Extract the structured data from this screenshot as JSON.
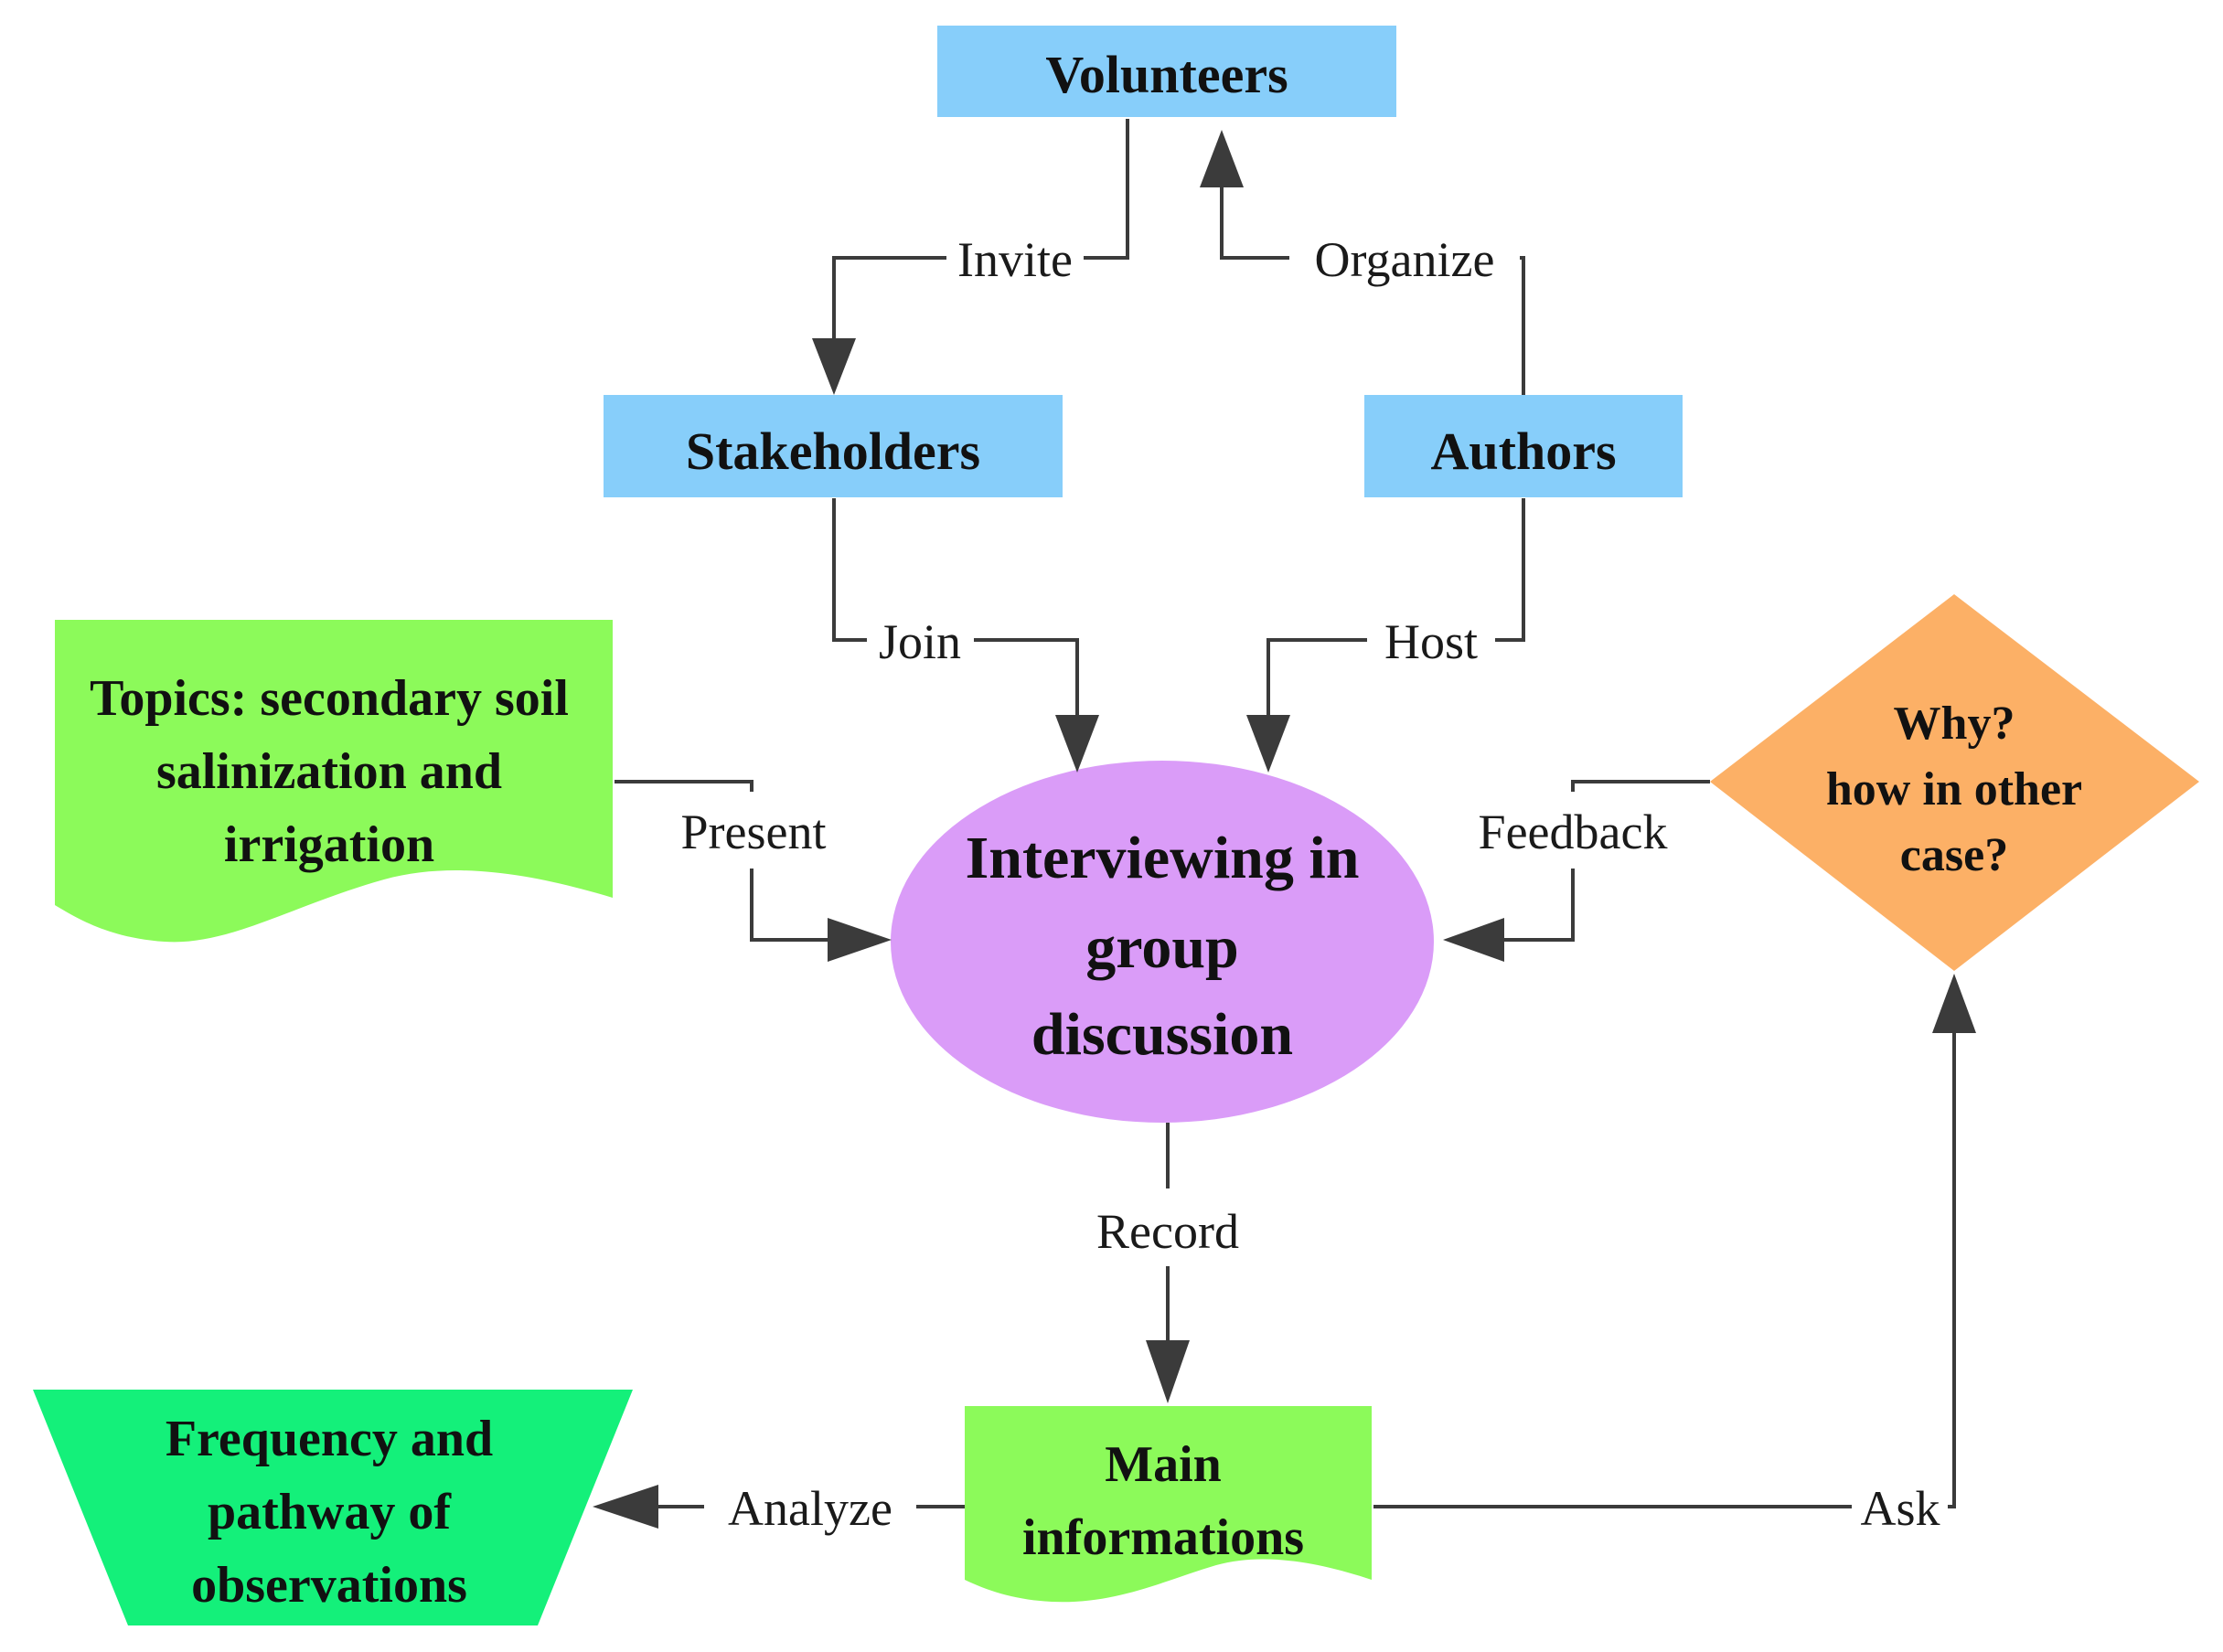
{
  "colors": {
    "blue_box": "#87cefa",
    "green_doc": "#8cfa5a",
    "bright_green": "#14f07a",
    "ellipse_purple": "#da9cf8",
    "diamond_orange": "#fcb066",
    "line": "#3b3b3b"
  },
  "nodes": {
    "volunteers": "Volunteers",
    "stakeholders": "Stakeholders",
    "authors": "Authors",
    "topics": [
      "Topics: secondary soil",
      "salinization and",
      "irrigation"
    ],
    "interviewing": [
      "Interviewing in",
      "group",
      "discussion"
    ],
    "why": [
      "Why?",
      "how in other",
      "case?"
    ],
    "main": [
      "Main",
      "informations"
    ],
    "frequency": [
      "Frequency and",
      "pathway of",
      "observations"
    ]
  },
  "edges": {
    "invite": "Invite",
    "organize": "Organize",
    "join": "Join",
    "host": "Host",
    "present": "Present",
    "feedback": "Feedback",
    "record": "Record",
    "analyze": "Analyze",
    "ask": "Ask"
  }
}
